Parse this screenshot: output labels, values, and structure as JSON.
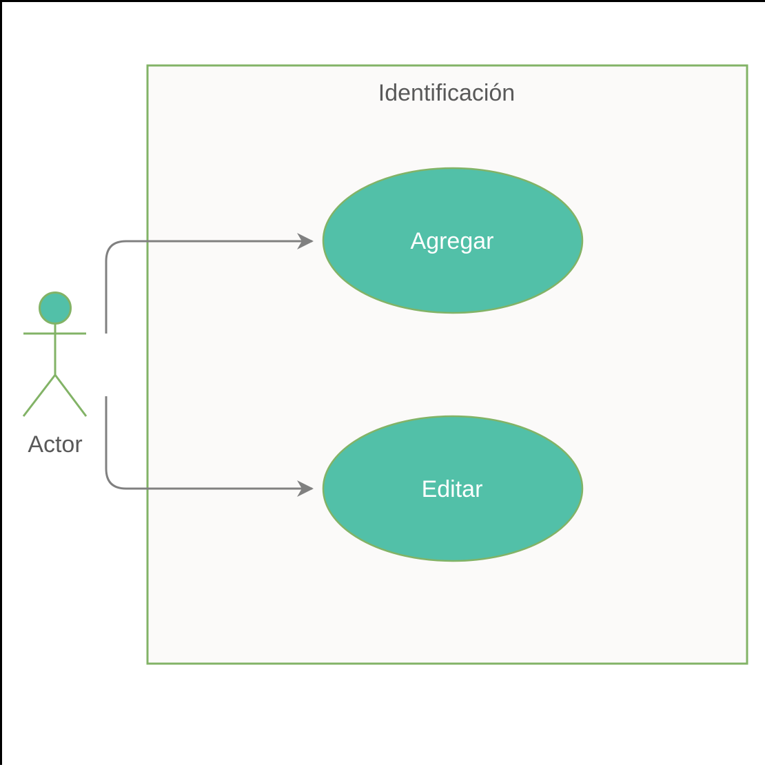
{
  "system": {
    "title": "Identificación"
  },
  "use_cases": [
    {
      "label": "Agregar"
    },
    {
      "label": "Editar"
    }
  ],
  "actor": {
    "label": "Actor"
  },
  "colors": {
    "boundary_stroke": "#82b366",
    "boundary_fill": "#fbfaf9",
    "usecase_fill": "#52c0a8",
    "usecase_stroke": "#82b366",
    "actor_head_fill": "#52c0a8",
    "actor_stroke": "#82b366",
    "connector": "#808080",
    "text_dark": "#595959",
    "text_light": "#ffffff"
  }
}
